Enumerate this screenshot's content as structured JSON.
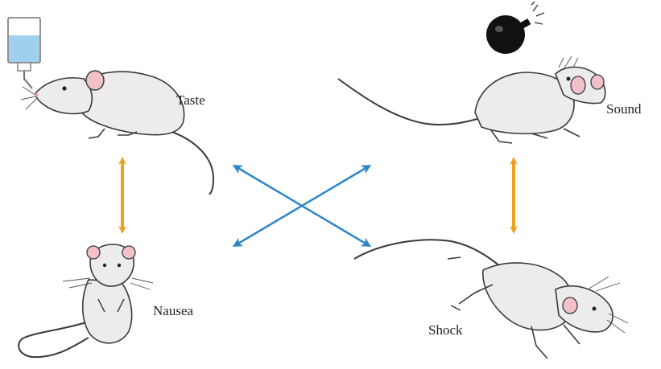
{
  "labels": {
    "taste": "Taste",
    "sound": "Sound",
    "nausea": "Nausea",
    "shock": "Shock"
  },
  "colors": {
    "vertical_arrows": "#f0a020",
    "cross_arrows": "#2d86c8",
    "rat_body": "#ececec",
    "rat_outline": "#3a3a3a",
    "ear_pink": "#f2c0c8",
    "bottle_liquid": "#9fd0ee",
    "bell": "#111111"
  },
  "icons": {
    "water_bottle": "water-bottle-icon",
    "bell": "bell-icon"
  }
}
